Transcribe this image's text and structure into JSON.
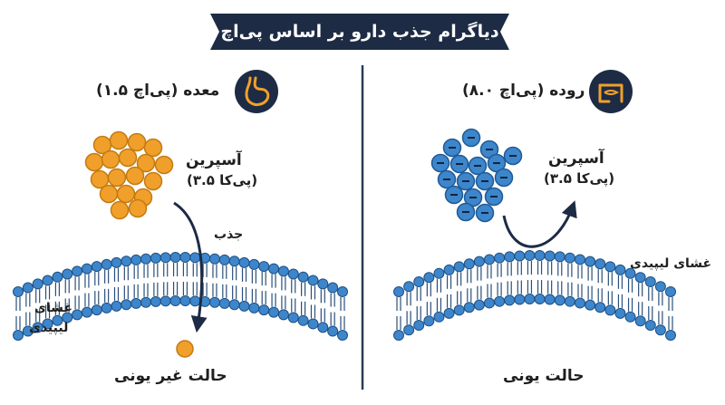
{
  "title": "دیاگرام جذب دارو بر اساس پی‌اچ",
  "colors": {
    "navy": "#1d2b45",
    "orange": "#f0a02a",
    "blue": "#3d86cc",
    "divider": "#2b3a55"
  },
  "left_panel": {
    "heading": "معده (پی‌اچ ۱.۵)",
    "icon": "stomach-icon",
    "drug_name": "آسپرین",
    "drug_pka": "(پی‌کا ۳.۵)",
    "arrow_label": "جذب",
    "membrane_label_line1": "غشای",
    "membrane_label_line2": "لیپیدی",
    "state_label": "حالت غیر یونی"
  },
  "right_panel": {
    "heading": "روده (پی‌اچ ۸.۰)",
    "icon": "intestine-icon",
    "drug_name": "آسپرین",
    "drug_pka": "(پی‌کا ۳.۵)",
    "membrane_label": "غشای لیپیدی",
    "state_label": "حالت یونی",
    "ion_symbol": "−"
  }
}
